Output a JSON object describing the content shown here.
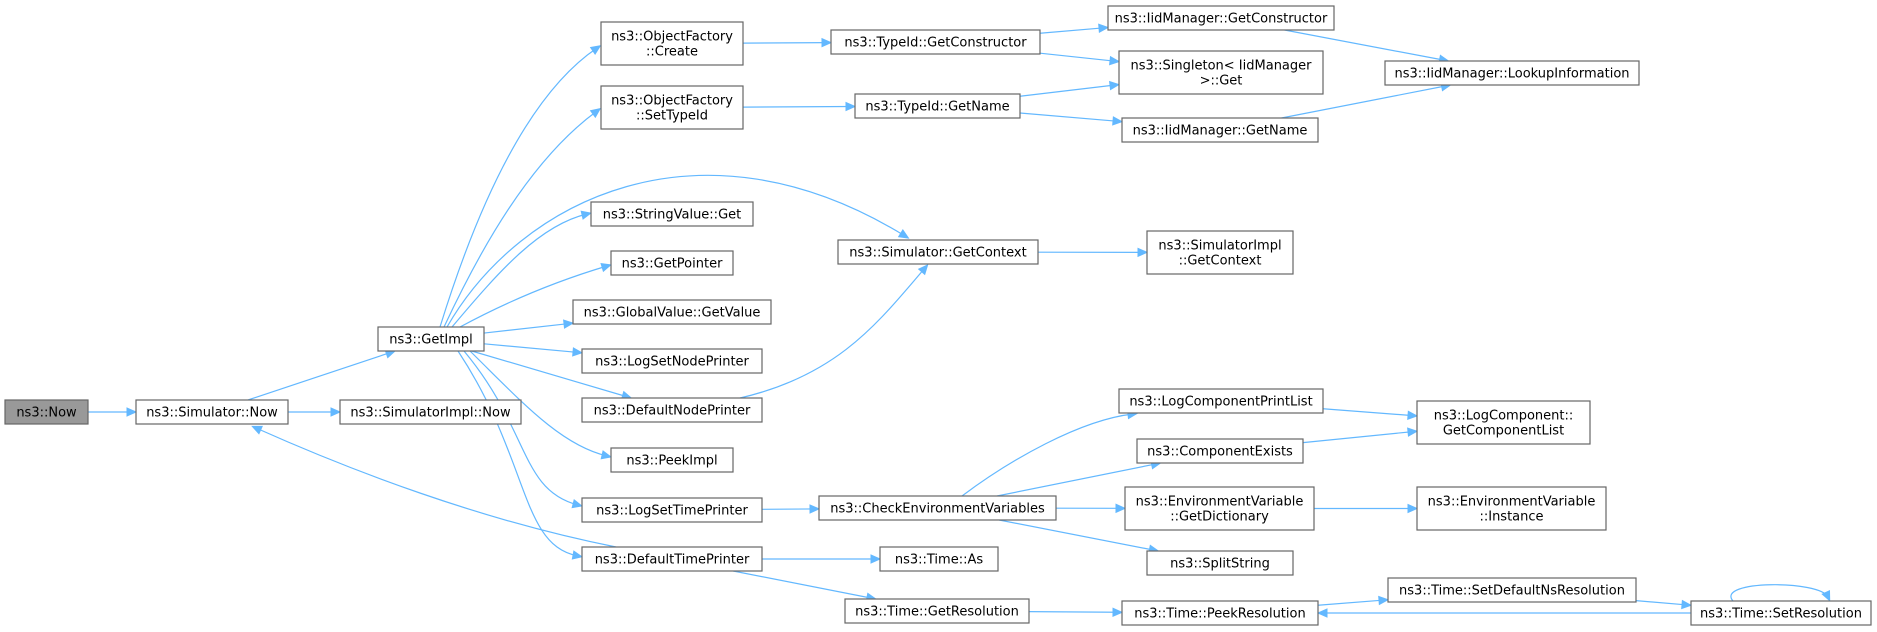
{
  "diagram": {
    "type": "call-graph",
    "edge_color": "#63b8ff",
    "root_fill": "#999999",
    "nodes": [
      {
        "id": "now",
        "lines": [
          "ns3::Now"
        ],
        "root": true
      },
      {
        "id": "sim_now",
        "lines": [
          "ns3::Simulator::Now"
        ]
      },
      {
        "id": "getimpl",
        "lines": [
          "ns3::GetImpl"
        ]
      },
      {
        "id": "simimpl_now",
        "lines": [
          "ns3::SimulatorImpl::Now"
        ]
      },
      {
        "id": "of_create",
        "lines": [
          "ns3::ObjectFactory",
          "::Create"
        ]
      },
      {
        "id": "of_settypeid",
        "lines": [
          "ns3::ObjectFactory",
          "::SetTypeId"
        ]
      },
      {
        "id": "stringvalue_get",
        "lines": [
          "ns3::StringValue::Get"
        ]
      },
      {
        "id": "getpointer",
        "lines": [
          "ns3::GetPointer"
        ]
      },
      {
        "id": "globalvalue_getvalue",
        "lines": [
          "ns3::GlobalValue::GetValue"
        ]
      },
      {
        "id": "logsetnodeprinter",
        "lines": [
          "ns3::LogSetNodePrinter"
        ]
      },
      {
        "id": "defaultnodeprinter",
        "lines": [
          "ns3::DefaultNodePrinter"
        ]
      },
      {
        "id": "peekimpl",
        "lines": [
          "ns3::PeekImpl"
        ]
      },
      {
        "id": "logsettimeprinter",
        "lines": [
          "ns3::LogSetTimePrinter"
        ]
      },
      {
        "id": "defaulttimeprinter",
        "lines": [
          "ns3::DefaultTimePrinter"
        ]
      },
      {
        "id": "typeid_getconstructor",
        "lines": [
          "ns3::TypeId::GetConstructor"
        ]
      },
      {
        "id": "typeid_getname",
        "lines": [
          "ns3::TypeId::GetName"
        ]
      },
      {
        "id": "sim_getcontext",
        "lines": [
          "ns3::Simulator::GetContext"
        ]
      },
      {
        "id": "checkenv",
        "lines": [
          "ns3::CheckEnvironmentVariables"
        ]
      },
      {
        "id": "time_as",
        "lines": [
          "ns3::Time::As"
        ]
      },
      {
        "id": "time_getresolution",
        "lines": [
          "ns3::Time::GetResolution"
        ]
      },
      {
        "id": "iid_getconstructor",
        "lines": [
          "ns3::IidManager::GetConstructor"
        ]
      },
      {
        "id": "singleton_get",
        "lines": [
          "ns3::Singleton< IidManager",
          ">::Get"
        ]
      },
      {
        "id": "iid_getname",
        "lines": [
          "ns3::IidManager::GetName"
        ]
      },
      {
        "id": "simimpl_getcontext",
        "lines": [
          "ns3::SimulatorImpl",
          "::GetContext"
        ]
      },
      {
        "id": "logcompprintlist",
        "lines": [
          "ns3::LogComponentPrintList"
        ]
      },
      {
        "id": "componentexists",
        "lines": [
          "ns3::ComponentExists"
        ]
      },
      {
        "id": "envvar_getdict",
        "lines": [
          "ns3::EnvironmentVariable",
          "::GetDictionary"
        ]
      },
      {
        "id": "splitstring",
        "lines": [
          "ns3::SplitString"
        ]
      },
      {
        "id": "time_peekresolution",
        "lines": [
          "ns3::Time::PeekResolution"
        ]
      },
      {
        "id": "iid_lookupinfo",
        "lines": [
          "ns3::IidManager::LookupInformation"
        ]
      },
      {
        "id": "logcomp_getlist",
        "lines": [
          "ns3::LogComponent::",
          "GetComponentList"
        ]
      },
      {
        "id": "envvar_instance",
        "lines": [
          "ns3::EnvironmentVariable",
          "::Instance"
        ]
      },
      {
        "id": "time_setdefaultns",
        "lines": [
          "ns3::Time::SetDefaultNsResolution"
        ]
      },
      {
        "id": "time_setresolution",
        "lines": [
          "ns3::Time::SetResolution"
        ]
      }
    ],
    "edges": [
      [
        "now",
        "sim_now"
      ],
      [
        "sim_now",
        "getimpl"
      ],
      [
        "sim_now",
        "simimpl_now"
      ],
      [
        "getimpl",
        "of_create"
      ],
      [
        "getimpl",
        "of_settypeid"
      ],
      [
        "getimpl",
        "sim_getcontext"
      ],
      [
        "getimpl",
        "stringvalue_get"
      ],
      [
        "getimpl",
        "getpointer"
      ],
      [
        "getimpl",
        "globalvalue_getvalue"
      ],
      [
        "getimpl",
        "logsetnodeprinter"
      ],
      [
        "getimpl",
        "defaultnodeprinter"
      ],
      [
        "getimpl",
        "peekimpl"
      ],
      [
        "getimpl",
        "logsettimeprinter"
      ],
      [
        "getimpl",
        "defaulttimeprinter"
      ],
      [
        "defaulttimeprinter",
        "sim_now"
      ],
      [
        "of_create",
        "typeid_getconstructor"
      ],
      [
        "of_settypeid",
        "typeid_getname"
      ],
      [
        "typeid_getconstructor",
        "iid_getconstructor"
      ],
      [
        "typeid_getconstructor",
        "singleton_get"
      ],
      [
        "typeid_getname",
        "singleton_get"
      ],
      [
        "typeid_getname",
        "iid_getname"
      ],
      [
        "iid_getconstructor",
        "iid_lookupinfo"
      ],
      [
        "iid_getname",
        "iid_lookupinfo"
      ],
      [
        "defaultnodeprinter",
        "sim_getcontext"
      ],
      [
        "sim_getcontext",
        "simimpl_getcontext"
      ],
      [
        "logsettimeprinter",
        "checkenv"
      ],
      [
        "checkenv",
        "logcompprintlist"
      ],
      [
        "checkenv",
        "componentexists"
      ],
      [
        "checkenv",
        "envvar_getdict"
      ],
      [
        "checkenv",
        "splitstring"
      ],
      [
        "logcompprintlist",
        "logcomp_getlist"
      ],
      [
        "componentexists",
        "logcomp_getlist"
      ],
      [
        "envvar_getdict",
        "envvar_instance"
      ],
      [
        "defaulttimeprinter",
        "time_as"
      ],
      [
        "defaulttimeprinter",
        "time_getresolution"
      ],
      [
        "time_getresolution",
        "time_peekresolution"
      ],
      [
        "time_peekresolution",
        "time_setdefaultns"
      ],
      [
        "time_setdefaultns",
        "time_setresolution"
      ],
      [
        "time_setresolution",
        "time_peekresolution"
      ],
      [
        "time_setresolution",
        "time_setresolution"
      ]
    ]
  }
}
